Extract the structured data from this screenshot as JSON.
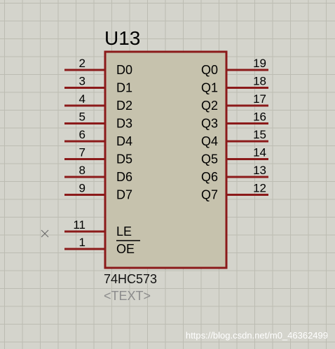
{
  "component": {
    "ref": "U13",
    "part": "74HC573",
    "text_placeholder": "<TEXT>",
    "left_pins": [
      {
        "num": "2",
        "label": "D0"
      },
      {
        "num": "3",
        "label": "D1"
      },
      {
        "num": "4",
        "label": "D2"
      },
      {
        "num": "5",
        "label": "D3"
      },
      {
        "num": "6",
        "label": "D4"
      },
      {
        "num": "7",
        "label": "D5"
      },
      {
        "num": "8",
        "label": "D6"
      },
      {
        "num": "9",
        "label": "D7"
      }
    ],
    "control_pins": [
      {
        "num": "11",
        "label": "LE"
      },
      {
        "num": "1",
        "label": "OE",
        "overbar": true
      }
    ],
    "right_pins": [
      {
        "num": "19",
        "label": "Q0"
      },
      {
        "num": "18",
        "label": "Q1"
      },
      {
        "num": "17",
        "label": "Q2"
      },
      {
        "num": "16",
        "label": "Q3"
      },
      {
        "num": "15",
        "label": "Q4"
      },
      {
        "num": "14",
        "label": "Q5"
      },
      {
        "num": "13",
        "label": "Q6"
      },
      {
        "num": "12",
        "label": "Q7"
      }
    ]
  },
  "watermark": "https://blog.csdn.net/m0_46362499",
  "colors": {
    "body_fill": "#c6c2ad",
    "outline": "#8b1a1a",
    "pin": "#8b1a1a"
  }
}
